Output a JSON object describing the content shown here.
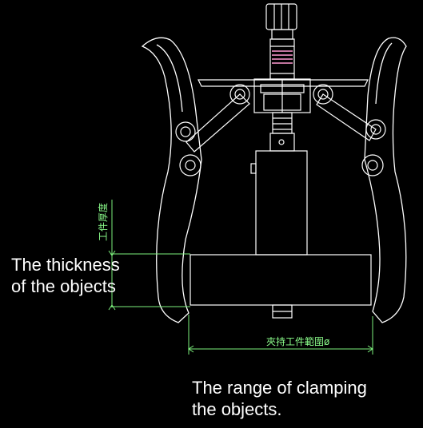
{
  "diagram": {
    "colors": {
      "background": "#000000",
      "outline": "#ffffff",
      "dimension": "#7cf07c",
      "thread_highlight": "#ff9ad2"
    },
    "cad_labels": {
      "thickness_cn": "工件厚度",
      "range_cn": "夾持工件範圍ø"
    },
    "annotations": {
      "thickness_line1": "The thickness",
      "thickness_line2": "of the objects",
      "range_line1": "The range of clamping",
      "range_line2": "the objects."
    }
  }
}
